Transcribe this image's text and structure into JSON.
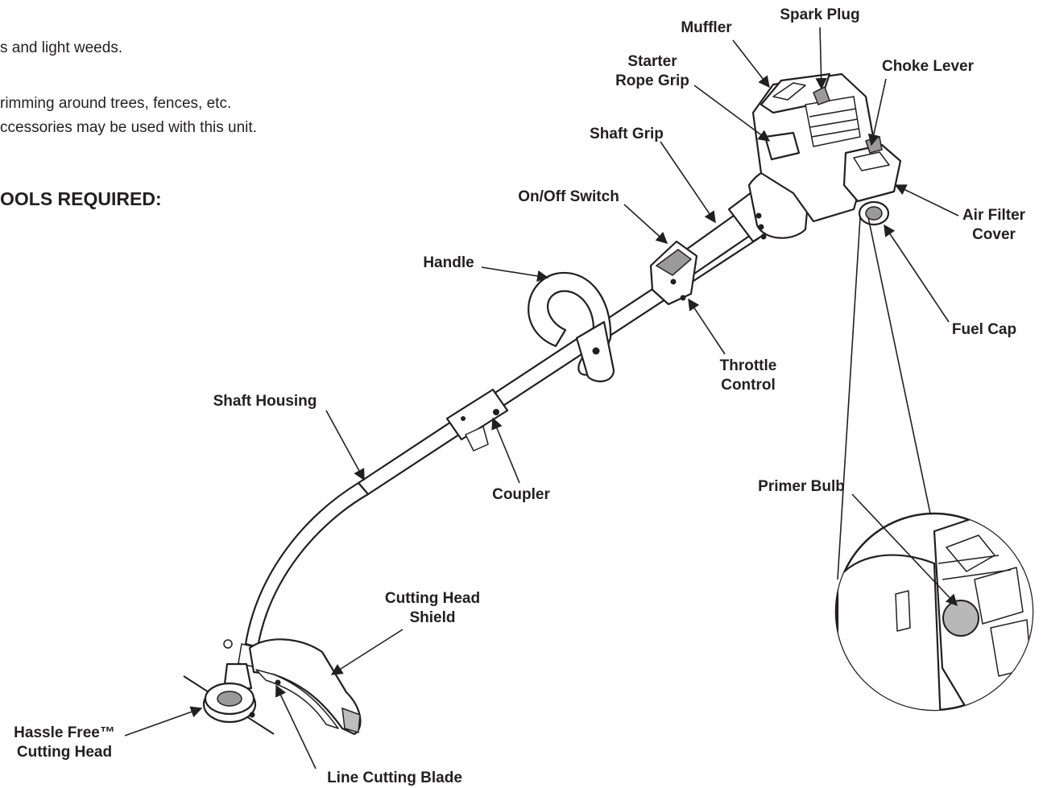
{
  "intro_text": {
    "line1": "s and light weeds.",
    "line2": "rimming around trees, fences, etc.",
    "line3": "ccessories may be used with this unit.",
    "tools_heading": "OOLS REQUIRED:"
  },
  "labels": {
    "muffler": "Muffler",
    "spark_plug": "Spark Plug",
    "starter_rope_grip_1": "Starter",
    "starter_rope_grip_2": "Rope Grip",
    "choke_lever": "Choke Lever",
    "shaft_grip": "Shaft Grip",
    "on_off_switch": "On/Off Switch",
    "air_filter_cover_1": "Air Filter",
    "air_filter_cover_2": "Cover",
    "handle": "Handle",
    "fuel_cap": "Fuel Cap",
    "throttle_control_1": "Throttle",
    "throttle_control_2": "Control",
    "shaft_housing": "Shaft Housing",
    "coupler": "Coupler",
    "primer_bulb": "Primer Bulb",
    "cutting_head_shield_1": "Cutting Head",
    "cutting_head_shield_2": "Shield",
    "hassle_free_1": "Hassle Free™",
    "hassle_free_2": "Cutting Head",
    "line_cutting_blade": "Line Cutting Blade"
  }
}
